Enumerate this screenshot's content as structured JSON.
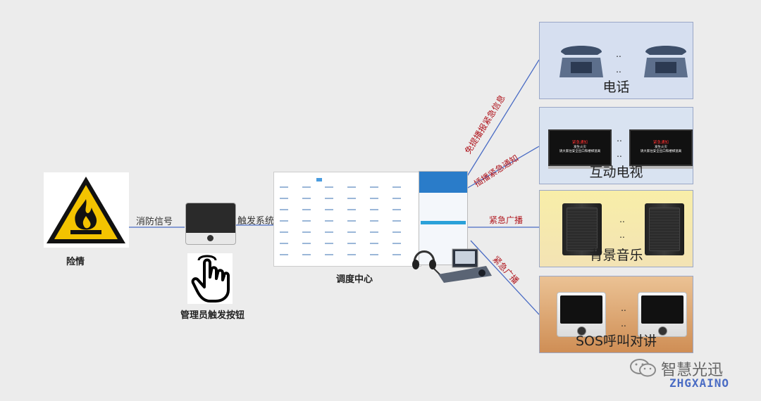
{
  "nodes": {
    "hazard": "险情",
    "button_caption": "管理员触发按钮",
    "center": "调度中心"
  },
  "edges": {
    "fire_signal": "消防信号",
    "trigger_system": "触发系统",
    "to_phone": "免提播报紧急信息",
    "to_tv": "插播紧急通知",
    "to_music": "紧急广播",
    "to_sos": "紧急广播"
  },
  "devices": {
    "phone": "电话",
    "tv": "互动电视",
    "music": "背景音乐",
    "sos": "SOS呼叫对讲"
  },
  "tv_screen": {
    "line1": "紧急通知",
    "line2": "发生火灾",
    "line3": "请大家往安全出口和楼梯逃离"
  },
  "dots": "..",
  "watermark": {
    "cn": "智慧光迅",
    "en": "ZHGXAINO"
  },
  "colors": {
    "connector": "#4a6cc4",
    "edge_label_red": "#b0171f",
    "phone_bg": "#d6dff0",
    "tv_bg": "#d9e3f1",
    "music_bg": "#f6e7a8",
    "sos_bg": "#d8a068"
  }
}
